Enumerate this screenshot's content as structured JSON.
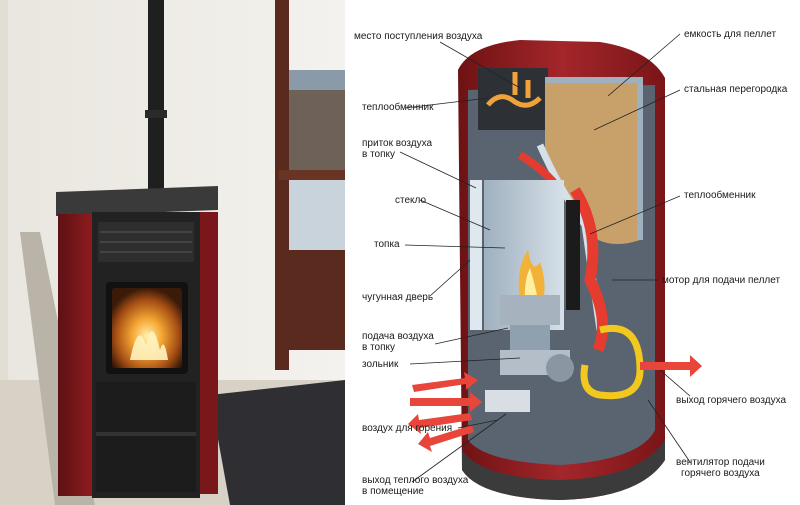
{
  "labels": {
    "air_intake": "место поступления воздуха",
    "pellet_hopper": "емкость для пеллет",
    "steel_partition": "стальная перегородка",
    "heat_exchanger_left": "теплообменник",
    "air_inflow_line1": "приток воздуха",
    "air_inflow_line2": "в топку",
    "glass": "стекло",
    "heat_exchanger_right": "теплообменник",
    "firebox": "топка",
    "pellet_motor": "мотор для подачи пеллет",
    "cast_iron_door": "чугунная дверь",
    "air_supply_line1": "подача воздуха",
    "air_supply_line2": "в топку",
    "ash_pan": "зольник",
    "hot_air_outlet": "выход горячего воздуха",
    "combustion_air": "воздух для горения",
    "fan_line1": "вентилятор подачи",
    "fan_line2": "горячего воздуха",
    "warm_air_line1": "выход теплого воздуха",
    "warm_air_line2": "в помещение"
  },
  "colors": {
    "stove_red": "#8e1b1e",
    "stove_dark": "#2b2b2b",
    "flame_orange": "#f0a030",
    "air_arrow": "#e8463a",
    "pellets": "#c8a06a",
    "insulation": "#b8c6d2"
  }
}
